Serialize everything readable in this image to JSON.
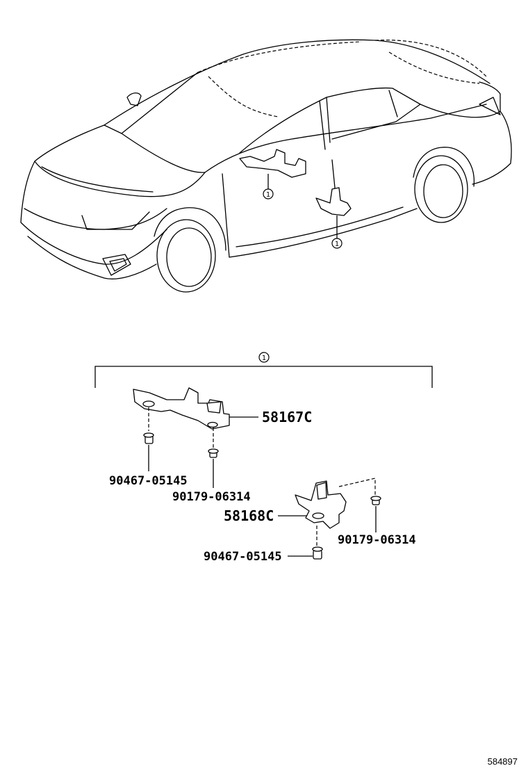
{
  "diagram": {
    "callout_ref": "1",
    "parts": {
      "bracket_left": "58167C",
      "bracket_right": "58168C",
      "clip_a1": "90467-05145",
      "clip_b1": "90179-06314",
      "clip_b2": "90179-06314",
      "clip_a2": "90467-05145"
    },
    "figure_number": "584897"
  }
}
